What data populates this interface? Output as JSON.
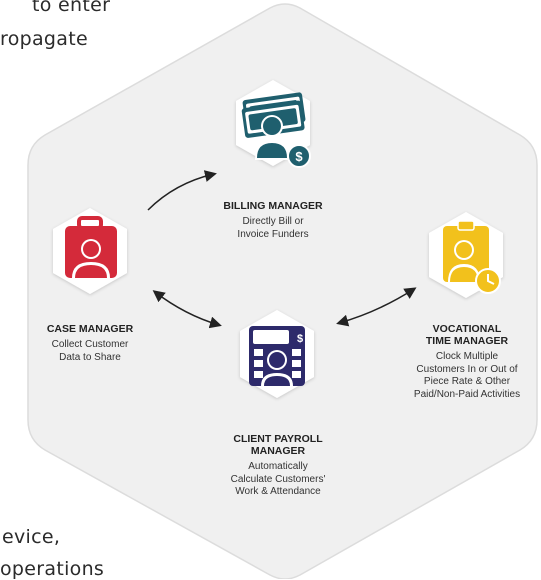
{
  "background_text": {
    "line1": "to enter",
    "line2": "ropagate",
    "line3": "evice,",
    "line4": "operations"
  },
  "nodes": {
    "billing": {
      "title": "BILLING MANAGER",
      "desc1": "Directly Bill or",
      "desc2": "Invoice Funders",
      "color": "#1f5f6e",
      "icon": "money-stack-dollar-icon"
    },
    "case": {
      "title": "CASE MANAGER",
      "desc1": "Collect Customer",
      "desc2": "Data to Share",
      "color": "#d42a3a",
      "icon": "briefcase-person-icon"
    },
    "vocational": {
      "title1": "VOCATIONAL",
      "title2": "TIME MANAGER",
      "desc1": "Clock Multiple",
      "desc2": "Customers In or Out of",
      "desc3": "Piece Rate & Other",
      "desc4": "Paid/Non-Paid Activities",
      "color": "#f2c11c",
      "icon": "clipboard-clock-icon"
    },
    "payroll": {
      "title1": "CLIENT PAYROLL",
      "title2": "MANAGER",
      "desc1": "Automatically",
      "desc2": "Calculate Customers'",
      "desc3": "Work & Attendance",
      "color": "#2d2a6b",
      "icon": "calculator-person-icon"
    }
  }
}
